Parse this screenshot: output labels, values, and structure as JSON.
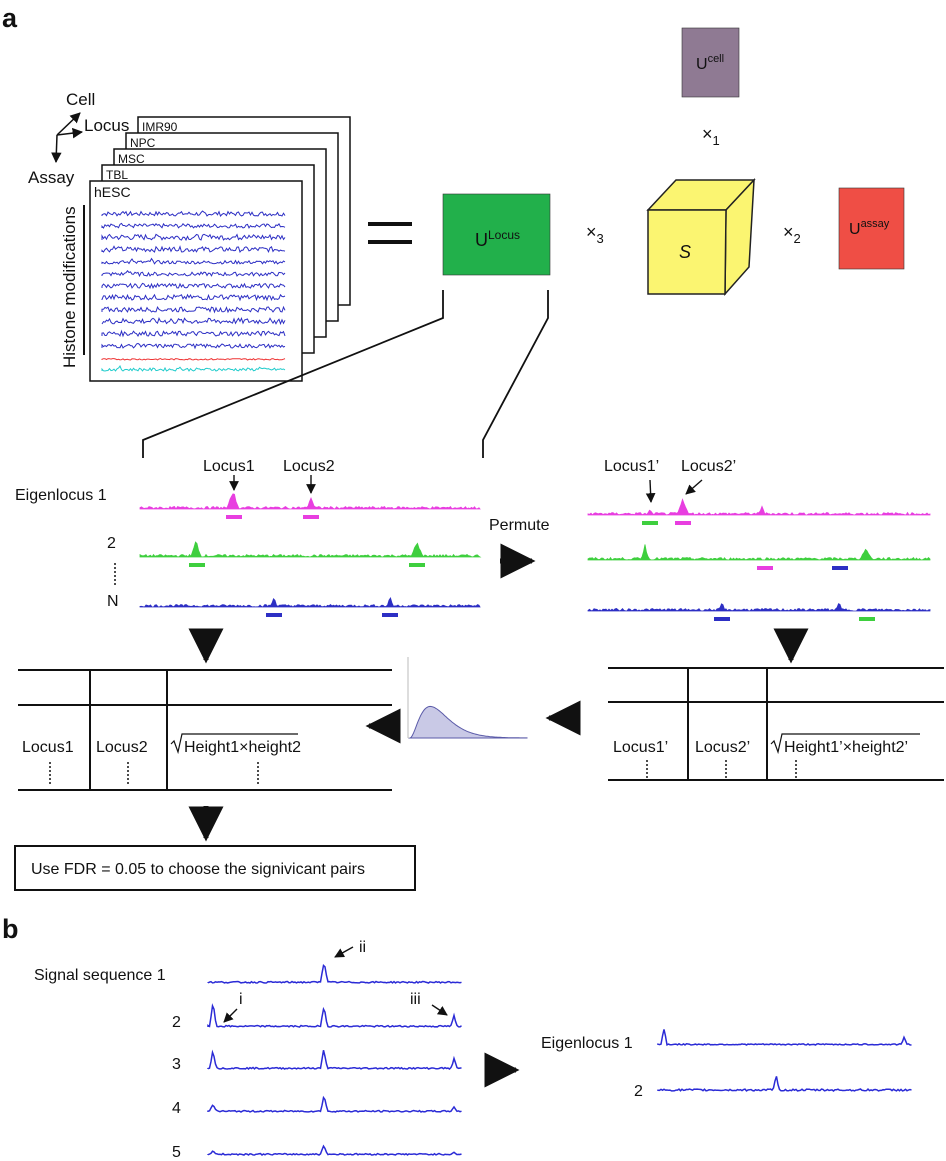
{
  "panels": {
    "a": "a",
    "b": "b"
  },
  "tensor": {
    "axes": {
      "cell": "Cell",
      "locus": "Locus",
      "assay": "Assay"
    },
    "cell_types": [
      "IMR90",
      "NPC",
      "MSC",
      "TBL",
      "hESC"
    ],
    "histone_label": "Histone modifications",
    "equals": "="
  },
  "decomposition": {
    "u_locus": {
      "base": "U",
      "sup": "Locus",
      "color": "#22b04b"
    },
    "u_cell": {
      "base": "U",
      "sup": "cell",
      "color": "#8f7a93"
    },
    "u_assay": {
      "base": "U",
      "sup": "assay",
      "color": "#ef4e45"
    },
    "core": {
      "label": "S",
      "color": "#fbf571"
    },
    "op1": {
      "base": "×",
      "sub": "1"
    },
    "op2": {
      "base": "×",
      "sub": "2"
    },
    "op3": {
      "base": "×",
      "sub": "3"
    }
  },
  "eigenloci": {
    "row_labels": [
      "Eigenlocus 1",
      "2",
      "N"
    ],
    "locus1": "Locus1",
    "locus2": "Locus2",
    "locus1p": "Locus1’",
    "locus2p": "Locus2’",
    "permute": "Permute",
    "colors": {
      "row1": "#e83ee0",
      "row2": "#3ecf3e",
      "rowN": "#2d2fc4"
    }
  },
  "tables": {
    "left": {
      "col1": "Locus1",
      "col2": "Locus2",
      "col3_expr": "Height1×height2"
    },
    "right": {
      "col1": "Locus1’",
      "col2": "Locus2’",
      "col3_expr": "Height1’×height2’"
    }
  },
  "distribution": {
    "fill": "#c9c9e6",
    "stroke": "#5a5aa8"
  },
  "fdr_text": "Use FDR = 0.05 to choose the signivicant pairs",
  "panel_b": {
    "signal_labels": [
      "Signal sequence 1",
      "2",
      "3",
      "4",
      "5"
    ],
    "annotations": {
      "i": "i",
      "ii": "ii",
      "iii": "iii"
    },
    "eigen_labels": [
      "Eigenlocus 1",
      "2"
    ],
    "line_color": "#2b2bd6"
  }
}
